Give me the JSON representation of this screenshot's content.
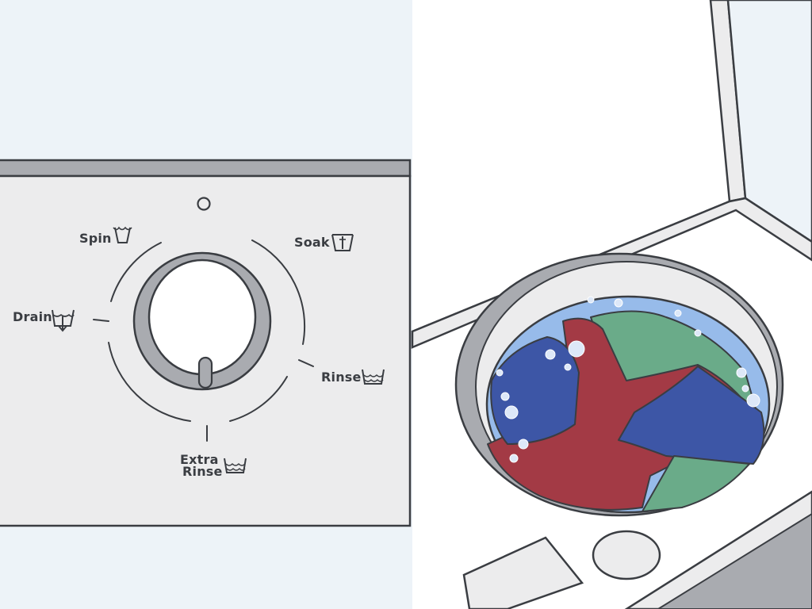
{
  "dial": {
    "settings": [
      {
        "key": "spin",
        "label": "Spin",
        "icon": "spin-tub-icon"
      },
      {
        "key": "soak",
        "label": "Soak",
        "icon": "soak-tub-icon"
      },
      {
        "key": "drain",
        "label": "Drain",
        "icon": "drain-tub-icon"
      },
      {
        "key": "rinse",
        "label": "Rinse",
        "icon": "rinse-tub-icon"
      },
      {
        "key": "extra_rinse",
        "label_line1": "Extra",
        "label_line2": "Rinse",
        "icon": "extra-rinse-tub-icon"
      }
    ]
  },
  "colors": {
    "background": "#edf3f8",
    "panel": "#ececed",
    "panel_rim": "#a9abb0",
    "outline": "#3a3d42",
    "knob_ring": "#a9abb0",
    "water": "#97bbea",
    "clothes_red": "#a33a45",
    "clothes_blue": "#3d56a6",
    "clothes_green": "#6aab89"
  }
}
